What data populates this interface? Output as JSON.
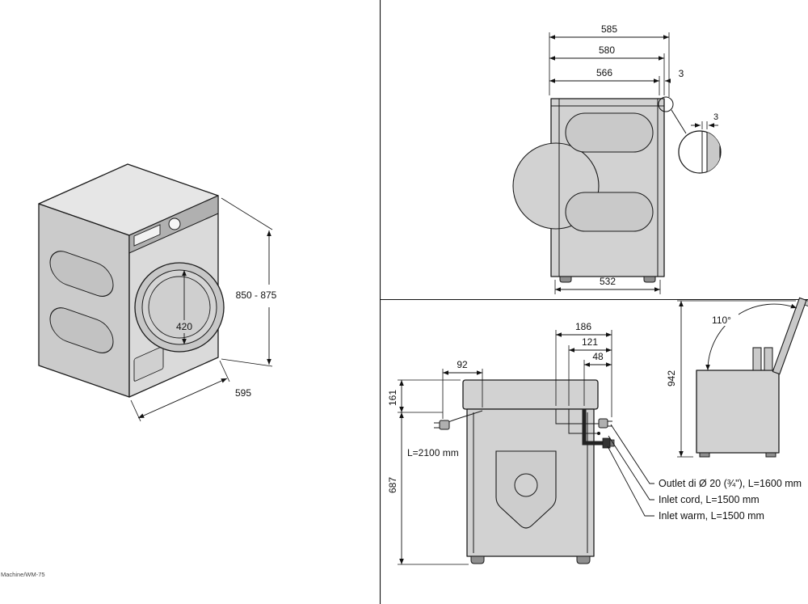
{
  "footer": {
    "label": "Machine/WM-75"
  },
  "colors": {
    "line": "#1a1a1a",
    "body_fill": "#d2d2d2",
    "background": "#ffffff"
  },
  "isometric_view": {
    "height_range": "850 - 875",
    "width": "595",
    "door_diameter": "420"
  },
  "side_view": {
    "depth_total": "585",
    "depth_without_door": "580",
    "depth_body": "566",
    "gap": "3",
    "detail_gap": "3",
    "feet_depth": "532"
  },
  "rear_view": {
    "outlet_offset": "186",
    "cord_offset": "121",
    "warm_offset": "48",
    "drain_offset": "92",
    "top_to_connections": "161",
    "connections_to_floor": "687",
    "drain_hose": "L=2100 mm",
    "callouts": [
      "Outlet di Ø 20 (¾\"), L=1600 mm",
      "Inlet cord, L=1500 mm",
      "Inlet warm, L=1500 mm"
    ]
  },
  "lid_view": {
    "opening_angle": "110°",
    "open_height": "942"
  }
}
